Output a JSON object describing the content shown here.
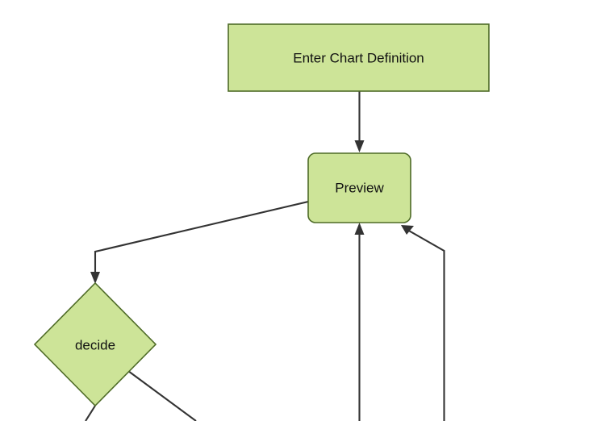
{
  "diagram": {
    "type": "flowchart",
    "title": "",
    "background_color": "#ffffff",
    "node_fill_color": "#cde498",
    "node_border_color": "#4e6b27",
    "edge_color": "#333333",
    "label_color": "#111111",
    "nodes": [
      {
        "id": "enter-chart-definition",
        "label": "Enter Chart Definition",
        "shape": "rectangle"
      },
      {
        "id": "preview",
        "label": "Preview",
        "shape": "rounded-rectangle"
      },
      {
        "id": "decide",
        "label": "decide",
        "shape": "diamond"
      }
    ],
    "edges": [
      {
        "id": "edge-enter-to-preview",
        "from": "enter-chart-definition",
        "to": "preview",
        "label": "",
        "arrow": "to"
      },
      {
        "id": "edge-preview-to-decide",
        "from": "preview",
        "to": "decide",
        "label": "",
        "arrow": "to"
      },
      {
        "id": "edge-bottom-center-to-preview",
        "from": "",
        "to": "preview",
        "label": "",
        "arrow": "to"
      },
      {
        "id": "edge-bottom-right-to-preview",
        "from": "",
        "to": "preview",
        "label": "",
        "arrow": "to"
      },
      {
        "id": "edge-decide-bottom-out",
        "from": "decide",
        "to": "",
        "label": "",
        "arrow": "none"
      },
      {
        "id": "edge-decide-right-out",
        "from": "decide",
        "to": "",
        "label": "",
        "arrow": "none"
      }
    ]
  }
}
